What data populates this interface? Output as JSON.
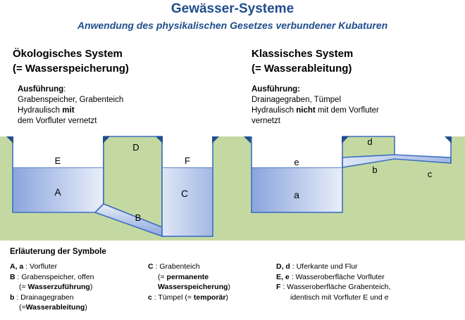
{
  "title": "Gewässer-Systeme",
  "subtitle": "Anwendung des physikalischen Gesetzes verbundener  Kubaturen",
  "left": {
    "heading1": "Ökologisches System",
    "heading2": "(= Wasserspeicherung)",
    "ausf_label": "Ausführung",
    "ausf_colon": ":",
    "line1": "Grabenspeicher, Grabenteich",
    "line2_pre": "Hydraulisch ",
    "line2_bold": "mit",
    "line3": "dem Vorfluter vernetzt"
  },
  "right": {
    "heading1": "Klassisches System",
    "heading2": "(= Wasserableitung)",
    "ausf_label": "Ausführung:",
    "line1": "Drainagegraben, Tümpel",
    "line2_pre": "Hydraulisch ",
    "line2_bold": "nicht",
    "line2_post": " mit dem Vorfluter",
    "line3": "vernetzt"
  },
  "diagram_labels": {
    "E": "E",
    "A": "A",
    "D": "D",
    "F": "F",
    "C": "C",
    "B": "B",
    "e": "e",
    "a": "a",
    "d": "d",
    "b": "b",
    "c": "c"
  },
  "legend": {
    "title": "Erläuterung der Symbole",
    "col1": {
      "l1_sym": "A, a",
      "l1_txt": " : Vorfluter",
      "l2_sym": "B",
      "l2_txt": " : Grabenspeicher, offen",
      "l3_pre": "   (= ",
      "l3_bold": "Wasserzuführung",
      "l3_post": ")",
      "l4_sym": "b",
      "l4_txt": " : Drainagegraben",
      "l5_pre": "   (=",
      "l5_bold": "Wasserableitung",
      "l5_post": ")"
    },
    "col2": {
      "l1_sym": "C",
      "l1_txt": " : Grabenteich",
      "l2_pre": "    (= ",
      "l2_bold": "permanente",
      "l3_bold": "Wasserspeicherung",
      "l3_post": ")",
      "l4_sym": "c",
      "l4_txt": " : Tümpel (= ",
      "l4_bold": "temporär",
      "l4_post": ")"
    },
    "col3": {
      "l1_sym": "D, d",
      "l1_txt": " : Uferkante und Flur",
      "l2_sym": "E, e",
      "l2_txt": " :  Wasseroberfläche Vorfluter",
      "l3_sym": "F",
      "l3_txt": " :  Wasseroberfläche Grabenteich,",
      "l4_txt": "identisch mit Vorfluter E und e"
    }
  },
  "colors": {
    "title": "#1f4e8c",
    "ground": "#c4d9a2",
    "water_edge": "#3e6fbf",
    "water_fill_dark": "#8aa5dd",
    "water_fill_light": "#e6ecf8",
    "marker": "#1f4e8c"
  }
}
